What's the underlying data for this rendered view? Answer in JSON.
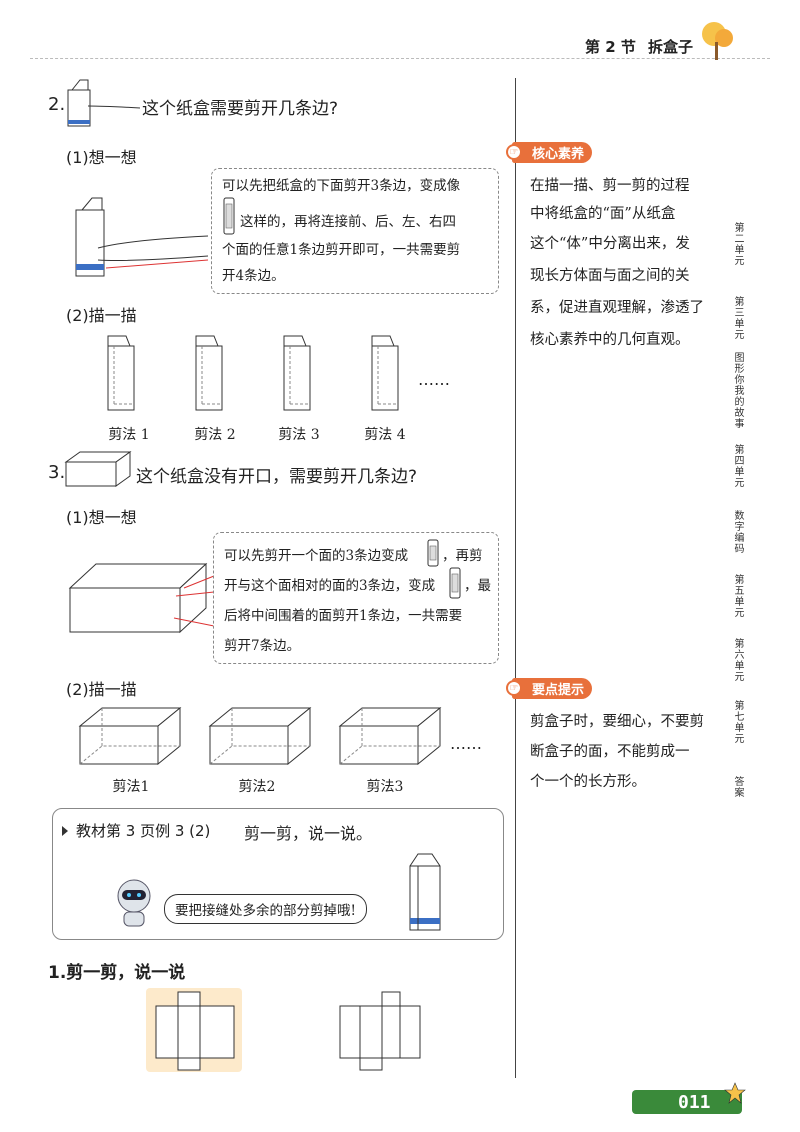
{
  "header": {
    "section": "第 2 节",
    "title": "拆盒子"
  },
  "q2": {
    "number": "2.",
    "text": "这个纸盒需要剪开几条边?",
    "think_label": "(1)想一想",
    "think_lines": [
      "可以先把纸盒的下面剪开3条边，变成像",
      "这样的，再将连接前、后、左、右四",
      "个面的任意1条边剪开即可，一共需要剪",
      "开4条边。"
    ],
    "trace_label": "(2)描一描",
    "cuts": [
      "剪法 1",
      "剪法 2",
      "剪法 3",
      "剪法 4"
    ],
    "ellipsis": "……"
  },
  "q3": {
    "number": "3.",
    "text": "这个纸盒没有开口，需要剪开几条边?",
    "think_label": "(1)想一想",
    "think_lines": [
      "可以先剪开一个面的3条边变成",
      "，再剪",
      "开与这个面相对的面的3条边，变成",
      "，最",
      "后将中间围着的面剪开1条边，一共需要",
      "剪开7条边。"
    ],
    "trace_label": "(2)描一描",
    "cuts": [
      "剪法1",
      "剪法2",
      "剪法3"
    ],
    "ellipsis": "……"
  },
  "example": {
    "title": "教材第 3 页例 3 (2)",
    "action": "剪一剪，说一说。",
    "speech": "要把接缝处多余的部分剪掉哦!"
  },
  "exercise": {
    "label": "1.剪一剪，说一说"
  },
  "sidebar": {
    "core_tag": "核心素养",
    "core_lines": [
      "在描一描、剪一剪的过程",
      "中将纸盒的“面”从纸盒",
      "这个“体”中分离出来，发",
      "现长方体面与面之间的关",
      "系，促进直观理解，渗透了",
      "核心素养中的几何直观。"
    ],
    "tip_tag": "要点提示",
    "tip_lines": [
      "剪盒子时，要细心，不要剪",
      "断盒子的面，不能剪成一",
      "个一个的长方形。"
    ]
  },
  "units": [
    "第二单元",
    "第三单元",
    "图形你我的故事",
    "第四单元",
    "数字编码",
    "第五单元",
    "第六单元",
    "第七单元",
    "答案"
  ],
  "footer": {
    "page": "011"
  },
  "colors": {
    "accent": "#e8703b",
    "green": "#3a8a3a",
    "blue": "#3b6fc4"
  }
}
